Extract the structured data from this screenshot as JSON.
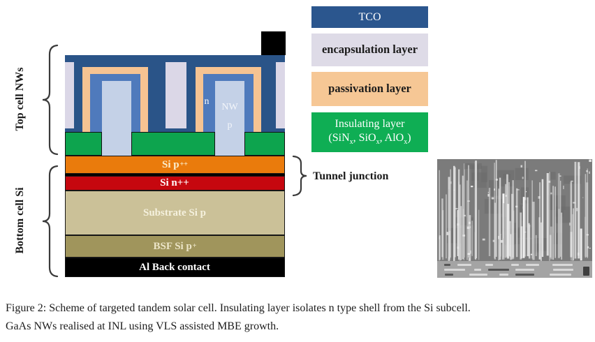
{
  "schematic": {
    "top_cell": {
      "label": "Top cell NWs"
    },
    "bottom_cell": {
      "label": "Bottom cell Si"
    },
    "tunnel_junction": {
      "label": "Tunnel junction"
    },
    "nanowire": {
      "n_label": "n",
      "core_label": "NW",
      "p_label": "p"
    },
    "colors": {
      "tco": "#2a5488",
      "encapsulation": "#dbd7e7",
      "passivation": "#f6c392",
      "insulating": "#0da44e",
      "n_shell": "#4f7abc",
      "nw_core": "#c4d1e7",
      "top_contact": "#000000"
    },
    "si_layers": [
      {
        "label": "Si p",
        "sup": "++",
        "color": "#ea7b0c",
        "text_color": "#faeecf"
      },
      {
        "label": "Si n++",
        "color": "#c6070f",
        "text_color": "#ffffff"
      },
      {
        "label": "Substrate Si p",
        "color": "#cbc198",
        "text_color": "#f5f1de"
      },
      {
        "label": "BSF Si p",
        "sup": "+",
        "color": "#a0955c",
        "text_color": "#ece5c8"
      },
      {
        "label": "Al Back contact",
        "color": "#000000",
        "text_color": "#ffffff"
      }
    ]
  },
  "legend": {
    "items": [
      {
        "label": "TCO",
        "color": "#2b568e",
        "text_color": "#ffffff"
      },
      {
        "label": "encapsulation layer",
        "color": "#dedbe7",
        "text_color": "#1a1a1a"
      },
      {
        "label": "passivation layer",
        "color": "#f6c795",
        "text_color": "#1a1a1a"
      },
      {
        "label": "Insulating layer",
        "color": "#0fae54",
        "text_color": "#ffffff",
        "formula_parts": [
          "(SiN",
          "x",
          ", SiO",
          "x",
          ", AlO",
          "x",
          ")"
        ]
      }
    ]
  },
  "caption": {
    "line1": "Figure 2: Scheme of targeted tandem solar cell. Insulating layer isolates n type shell from the Si subcell.",
    "line2": "GaAs NWs realised at INL using VLS assisted MBE growth."
  }
}
